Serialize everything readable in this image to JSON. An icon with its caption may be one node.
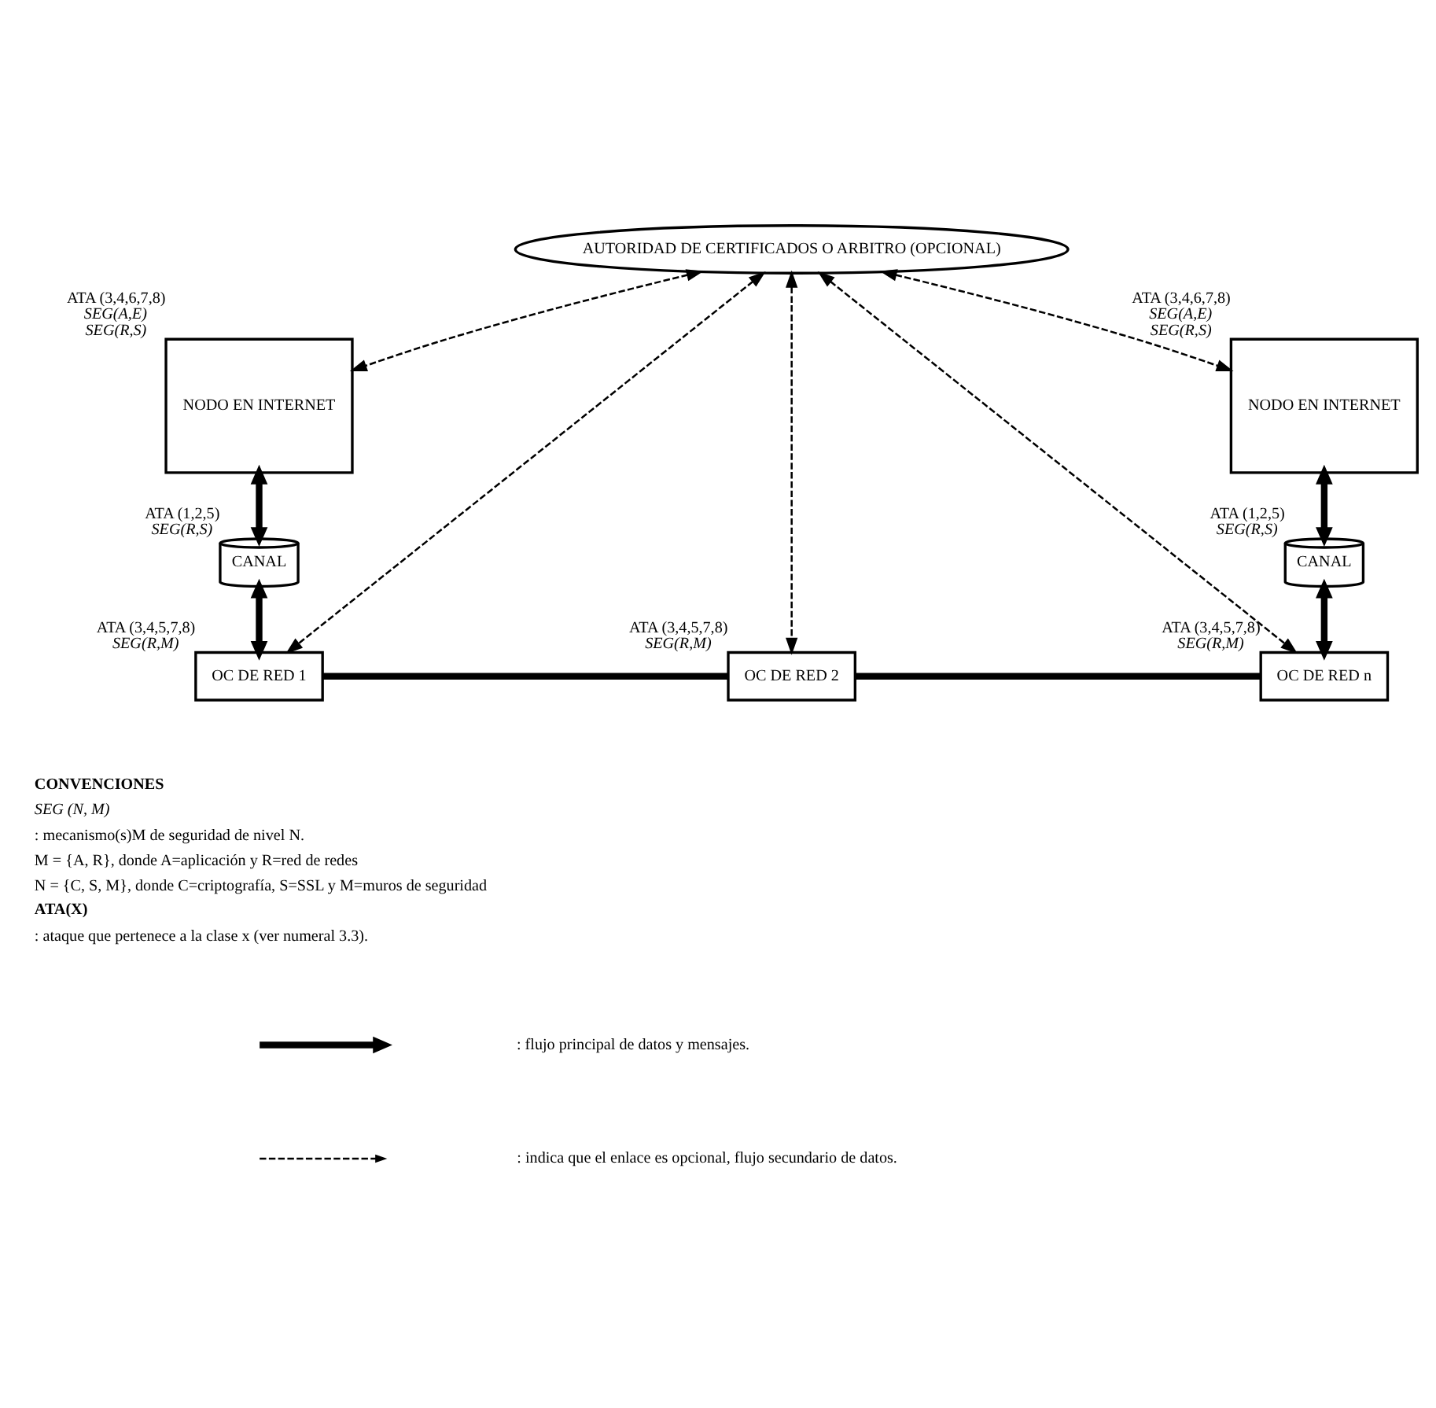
{
  "diagram": {
    "nodes": [
      {
        "text": [
          "AUTORIDAD DE CERTIFICADOS O ARBITRO (OPCIONAL)"
        ]
      },
      {
        "text": [
          "NODO EN INTERNET"
        ],
        "beside": [
          "ATA (3,4,6,7,8)",
          "SEG(A,E)",
          "SEG(R,S)"
        ]
      },
      {
        "text": [
          "NODO EN INTERNET"
        ],
        "beside": [
          "ATA (3,4,6,7,8)",
          "SEG(A,E)",
          "SEG(R,S)"
        ]
      },
      {
        "text": [
          "CANAL"
        ],
        "beside": [
          "ATA (1,2,5)",
          "SEG(R,S)"
        ]
      },
      {
        "text": [
          "CANAL"
        ],
        "beside": [
          "ATA (1,2,5)",
          "SEG(R,S)"
        ]
      },
      {
        "text": [
          "OC DE RED 1"
        ],
        "beside": [
          "ATA (3,4,5,7,8)",
          "SEG(R,M)"
        ]
      },
      {
        "text": [
          "OC DE RED 2"
        ],
        "beside": [
          "ATA (3,4,5,7,8)",
          "SEG(R,M)"
        ]
      },
      {
        "text": [
          "OC DE RED n"
        ],
        "beside": [
          "ATA (3,4,5,7,8)",
          "SEG(R,M)"
        ]
      }
    ],
    "edges": [
      {
        "from": 0,
        "to": 1,
        "arrow": "both",
        "style": "dashed"
      },
      {
        "from": 0,
        "to": 2,
        "arrow": "both",
        "style": "dashed"
      },
      {
        "from": 1,
        "to": 3,
        "arrow": "both"
      },
      {
        "from": 2,
        "to": 4,
        "arrow": "both"
      },
      {
        "from": 3,
        "to": 5,
        "arrow": "both"
      },
      {
        "from": 4,
        "to": 7,
        "arrow": "both"
      },
      {
        "from": 0,
        "to": 5,
        "arrow": "both",
        "style": "dashed"
      },
      {
        "from": 0,
        "to": 6,
        "arrow": "both",
        "style": "dashed"
      },
      {
        "from": 0,
        "to": 7,
        "arrow": "both",
        "style": "dashed"
      },
      {
        "from": 5,
        "to": 6,
        "arrow": "none"
      },
      {
        "from": 6,
        "to": 7,
        "arrow": "none"
      }
    ],
    "labels": [
      "CONVENCIONES",
      "SEG (N, M)",
      ": mecanismo(s)M de seguridad de nivel N.",
      "M = {A, R}, donde A=aplicación y R=red de redes",
      "N = {C, S, M}, donde C=criptografía, S=SSL y M=muros de seguridad",
      "ATA(X)",
      ": ataque que pertenece a la clase x (ver numeral 3.3)."
    ],
    "legend": [
      {
        "text": ": flujo principal de datos y mensajes."
      },
      {
        "text": ": indica que el enlace es opcional, flujo secundario de datos."
      }
    ]
  }
}
